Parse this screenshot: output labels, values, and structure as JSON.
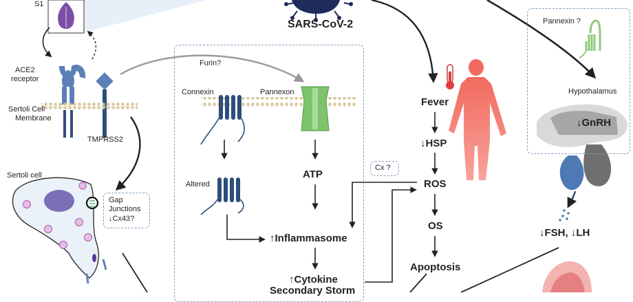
{
  "title": "SARS-CoV-2",
  "left": {
    "s1": "S1",
    "ace2_line1": "ACE2",
    "ace2_line2": "receptor",
    "membrane_line1": "Sertoli Cell",
    "membrane_line2": "Membrane",
    "tmprss2": "TMPRSS2",
    "sertoli_cell": "Sertoli cell",
    "gap_line1": "Gap",
    "gap_line2": "Junctions",
    "gap_line3": "↓Cx43?"
  },
  "center": {
    "furin": "Furin?",
    "connexin": "Connexin",
    "pannexon": "Pannexon",
    "altered": "Altered",
    "atp": "ATP",
    "inflammasome": "↑Inflammasome",
    "cytokine_line1": "↑Cytokine",
    "cytokine_line2": "Secondary Storm",
    "cx_q": "Cx ?"
  },
  "right_chain": {
    "fever": "Fever",
    "hsp": "↓HSP",
    "ros": "ROS",
    "os": "OS",
    "apoptosis": "Apoptosis"
  },
  "right_box": {
    "pannexin_q": "Pannexin ?",
    "hypothalamus": "Hypothalamus",
    "gnrh": "↓GnRH",
    "fsh_lh": "↓FSH, ↓LH"
  },
  "colors": {
    "dash_border": "#7e9fbf",
    "receptor_blue": "#5b7fb8",
    "connexin_dark": "#2c4e7a",
    "pannexon_green": "#7ec36b",
    "virus_navy": "#1d2c5a",
    "s1_purple": "#7b4fa3",
    "fever_red": "#ef4a4a",
    "membrane_tan": "#d8c79b"
  }
}
